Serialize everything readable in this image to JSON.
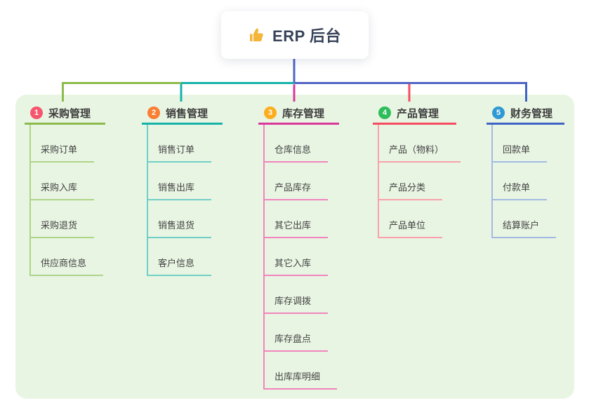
{
  "root": {
    "title": "ERP 后台",
    "icon": "thumbs-up-icon",
    "icon_color": "#f3b63b"
  },
  "colors": {
    "root_line": "#5164c6",
    "panel_bg": "#e9f5e3"
  },
  "branches": [
    {
      "index": "1",
      "label": "采购管理",
      "badge_color": "#f5566d",
      "line_color": "#8cbb4d",
      "child_line_color": "#aed488",
      "children": [
        "采购订单",
        "采购入库",
        "采购退货",
        "供应商信息"
      ]
    },
    {
      "index": "2",
      "label": "销售管理",
      "badge_color": "#fa7f33",
      "line_color": "#17b2a8",
      "child_line_color": "#6fcfc7",
      "children": [
        "销售订单",
        "销售出库",
        "销售退货",
        "客户信息"
      ]
    },
    {
      "index": "3",
      "label": "库存管理",
      "badge_color": "#fcae1e",
      "line_color": "#d9379b",
      "child_line_color": "#f184bd",
      "children": [
        "仓库信息",
        "产品库存",
        "其它出库",
        "其它入库",
        "库存调拨",
        "库存盘点",
        "出库库明细"
      ]
    },
    {
      "index": "4",
      "label": "产品管理",
      "badge_color": "#2ebd5b",
      "line_color": "#f54c62",
      "child_line_color": "#f8a1aa",
      "children": [
        "产品（物料）",
        "产品分类",
        "产品单位"
      ]
    },
    {
      "index": "5",
      "label": "财务管理",
      "badge_color": "#2f99d3",
      "line_color": "#3f63c5",
      "child_line_color": "#a3b9e4",
      "children": [
        "回款单",
        "付款单",
        "结算账户"
      ]
    }
  ]
}
